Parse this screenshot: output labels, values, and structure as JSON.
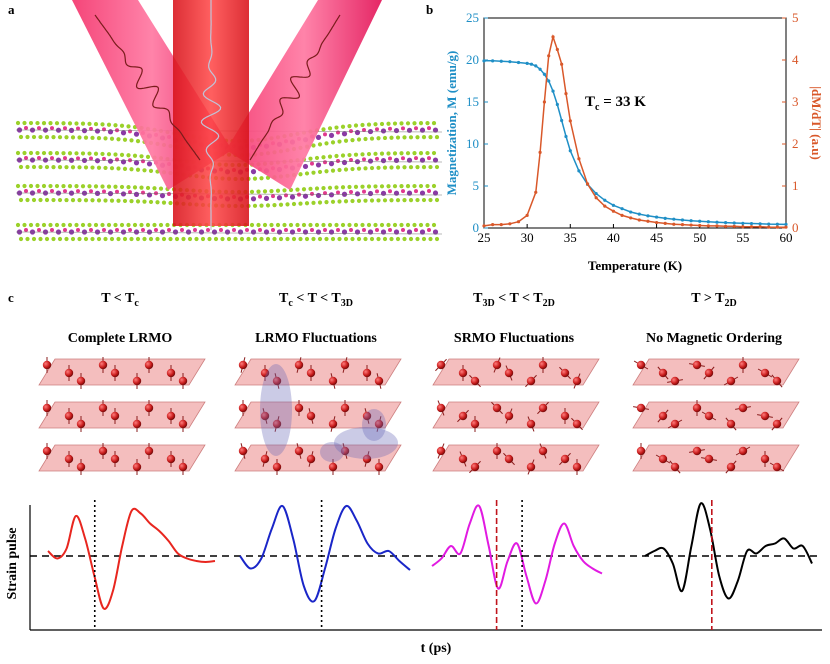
{
  "panels": {
    "a": "a",
    "b": "b",
    "c": "c"
  },
  "colors": {
    "magnetization": "#1f8fc6",
    "derivative": "#d9582a",
    "laser_pink": "#e8175d",
    "laser_red": "#e21b1b",
    "strain_1": "#e8261f",
    "strain_2": "#1a26c8",
    "strain_3": "#e11ae1",
    "strain_4": "#000000",
    "marker": "#c0141c"
  },
  "icons": [
    "crystal-lattice-illustration",
    "spin-lattice-illustration",
    "laser-beam-illustration"
  ],
  "chart_data": [
    {
      "type": "line",
      "panel": "b",
      "xlabel": "Temperature (K)",
      "ylabel": "Magnetization, M (emu/g)",
      "y2label": "|dM/dT| (a.u)",
      "annotation": {
        "main": "T",
        "sub": "c",
        "rest": " = 33 K"
      },
      "xlim": [
        25,
        60
      ],
      "ylim": [
        0,
        25
      ],
      "y2lim": [
        0,
        5
      ],
      "xticks": [
        25,
        30,
        35,
        40,
        45,
        50,
        55,
        60
      ],
      "yticks": [
        0,
        5,
        10,
        15,
        20,
        25
      ],
      "y2ticks": [
        0,
        1,
        2,
        3,
        4,
        5
      ],
      "grid": false,
      "series": [
        {
          "axis": "left",
          "x": [
            25,
            26,
            27,
            28,
            29,
            30,
            30.5,
            31,
            31.5,
            32,
            32.5,
            33,
            33.5,
            34,
            34.5,
            35,
            36,
            37,
            38,
            39,
            40,
            41,
            42,
            43,
            44,
            45,
            46,
            47,
            48,
            49,
            50,
            51,
            52,
            53,
            54,
            55,
            56,
            57,
            58,
            59,
            60
          ],
          "values": [
            19.9,
            19.9,
            19.85,
            19.8,
            19.7,
            19.6,
            19.5,
            19.3,
            18.9,
            18.3,
            17.5,
            16.3,
            14.7,
            12.8,
            10.9,
            9.2,
            6.8,
            5.2,
            4.1,
            3.3,
            2.7,
            2.3,
            1.9,
            1.65,
            1.45,
            1.3,
            1.15,
            1.05,
            0.95,
            0.87,
            0.8,
            0.74,
            0.69,
            0.64,
            0.6,
            0.56,
            0.53,
            0.5,
            0.47,
            0.45,
            0.43
          ]
        },
        {
          "axis": "right",
          "x": [
            25,
            26,
            27,
            28,
            29,
            30,
            31,
            31.5,
            32,
            32.5,
            33,
            33.5,
            34,
            34.5,
            35,
            36,
            37,
            38,
            39,
            40,
            41,
            42,
            43,
            44,
            45,
            46,
            47,
            48,
            49,
            50,
            51,
            52,
            53,
            54,
            55,
            56,
            57,
            58,
            59,
            60
          ],
          "values": [
            0.05,
            0.08,
            0.08,
            0.1,
            0.15,
            0.3,
            0.85,
            1.8,
            3.0,
            4.1,
            4.55,
            4.25,
            3.9,
            3.2,
            2.55,
            1.65,
            1.05,
            0.72,
            0.52,
            0.4,
            0.3,
            0.24,
            0.19,
            0.16,
            0.13,
            0.11,
            0.09,
            0.08,
            0.07,
            0.06,
            0.05,
            0.05,
            0.04,
            0.04,
            0.03,
            0.03,
            0.03,
            0.02,
            0.02,
            0.02
          ]
        }
      ]
    },
    {
      "type": "line",
      "panel": "c-bottom",
      "ylabel": "Strain pulse",
      "xlabel": "t (ps)",
      "curves": [
        {
          "values": [
            0.1,
            -0.05,
            0.15,
            0.8,
            0.35,
            -0.4,
            -1.05,
            -0.7,
            0.2,
            0.9,
            0.85,
            0.65,
            0.5,
            0.3,
            0.05,
            -0.05,
            -0.1,
            -0.12,
            -0.1
          ]
        },
        {
          "values": [
            0.0,
            -0.25,
            -0.05,
            0.55,
            1.0,
            0.35,
            -0.6,
            -0.9,
            -0.25,
            0.55,
            1.0,
            0.7,
            0.25,
            0.05,
            0.1,
            -0.1,
            -0.28
          ]
        },
        {
          "values": [
            -0.2,
            -0.05,
            0.2,
            0.05,
            0.65,
            1.0,
            0.2,
            -0.65,
            -0.1,
            0.25,
            -0.4,
            -0.95,
            -0.5,
            0.25,
            0.65,
            0.2,
            -0.1,
            -0.25,
            -0.35
          ]
        },
        {
          "values": [
            0.0,
            0.1,
            0.15,
            -0.15,
            -0.7,
            0.2,
            1.05,
            0.55,
            -0.4,
            -0.85,
            -0.5,
            0.1,
            0.05,
            0.2,
            0.25,
            0.35,
            0.15,
            0.2,
            -0.15
          ]
        }
      ]
    }
  ],
  "states": [
    {
      "title_main": "T < T",
      "title_sub": "c",
      "title_rest": "",
      "subtitle": "Complete LRMO"
    },
    {
      "title_main": "T",
      "title_sub": "c",
      "title_rest": " < T < T",
      "title_sub2": "3D",
      "subtitle": "LRMO Fluctuations"
    },
    {
      "title_main": "T",
      "title_sub": "3D",
      "title_rest": " < T < T",
      "title_sub2": "2D",
      "subtitle": "SRMO Fluctuations"
    },
    {
      "title_main": "T > T",
      "title_sub": "2D",
      "title_rest": "",
      "subtitle": "No Magnetic Ordering"
    }
  ]
}
